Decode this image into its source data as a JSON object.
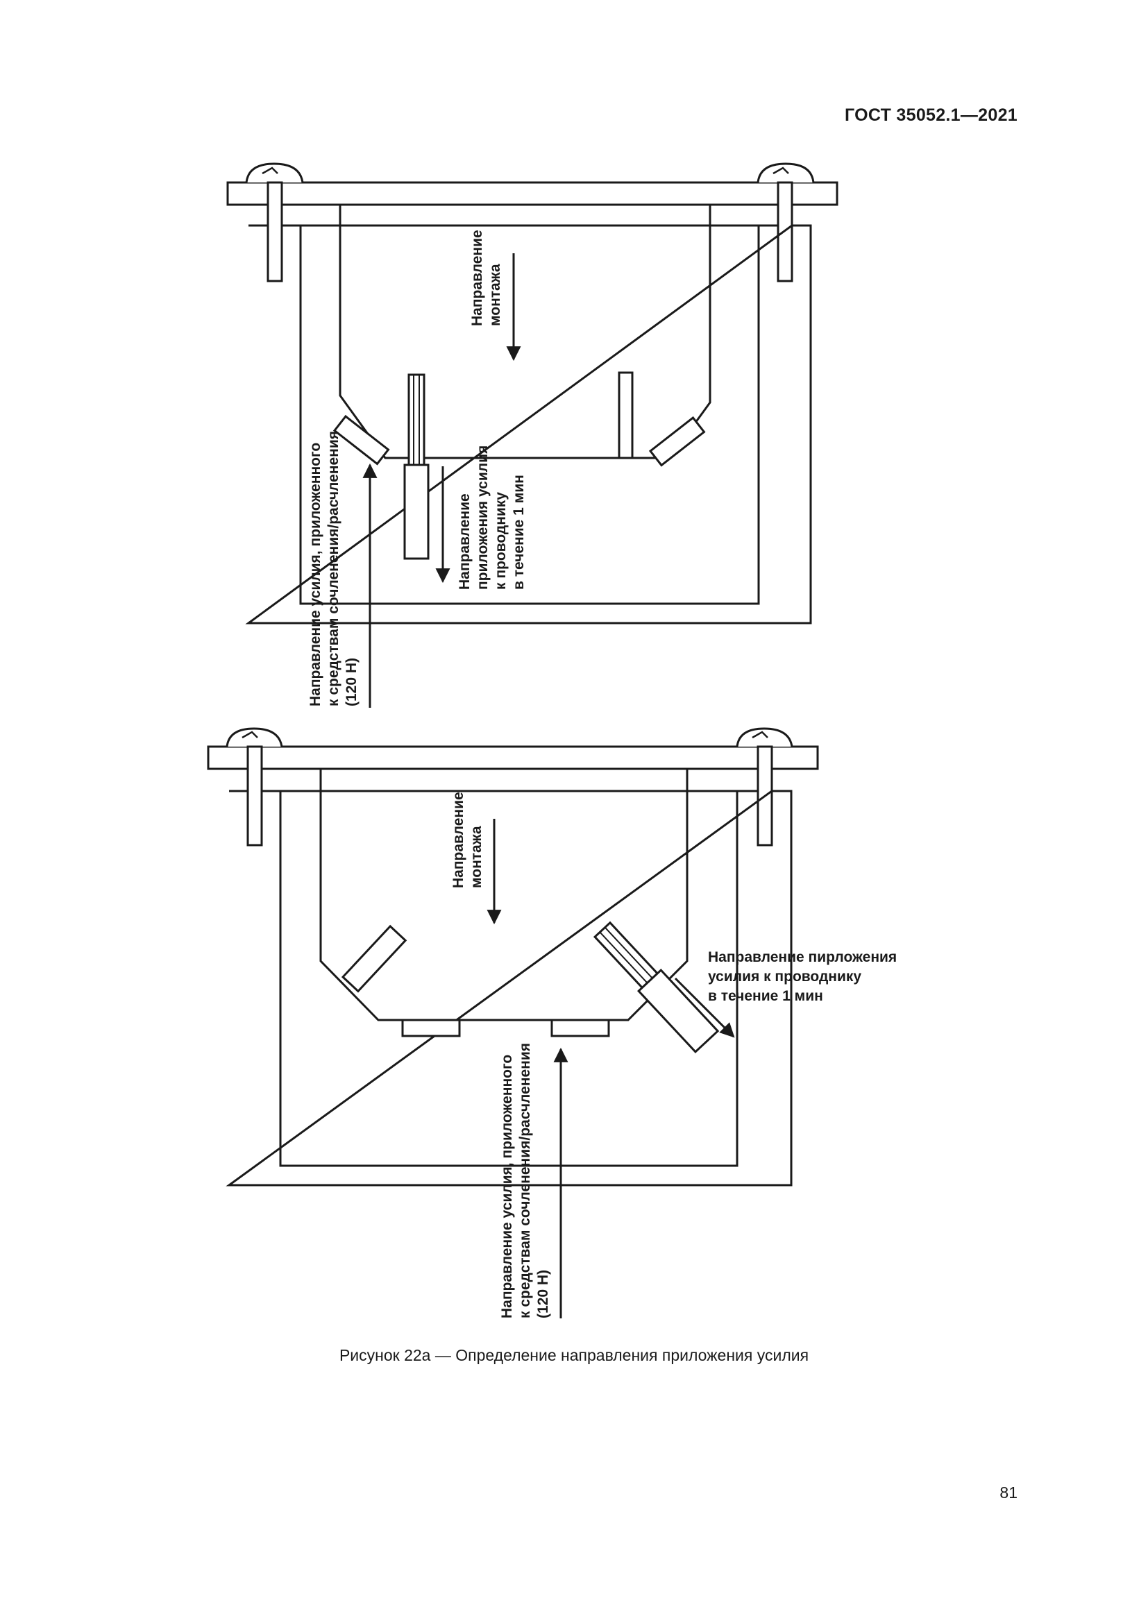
{
  "header": {
    "standard": "ГОСТ 35052.1—2021"
  },
  "figure_top": {
    "mounting_direction": [
      "Направление",
      "монтажа"
    ],
    "conductor_force": [
      "Направление",
      "приложения усилия",
      "к проводнику",
      "в течение 1 мин"
    ],
    "coupling_force": [
      "Направление усилия, приложенного",
      "к средствам сочленения/расчленения",
      "(120 Н)"
    ]
  },
  "figure_bottom": {
    "mounting_direction": [
      "Направление",
      "монтажа"
    ],
    "conductor_force": [
      "Направление пирложения",
      "усилия к проводнику",
      "в течение 1 мин"
    ],
    "coupling_force": [
      "Направление усилия, приложенного",
      "к средствам сочленения/расчленения",
      "(120 Н)"
    ]
  },
  "caption": "Рисунок 22а — Определение направления приложения усилия",
  "page_number": "81"
}
